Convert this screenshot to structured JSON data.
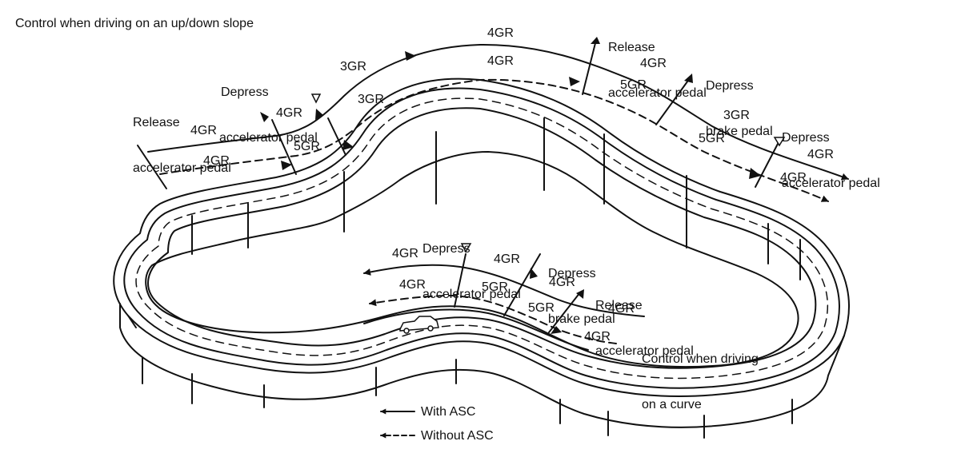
{
  "title": "Control when driving on an up/down slope",
  "slope": {
    "release_1": [
      "Release",
      "accelerator pedal"
    ],
    "depress_1": [
      "Depress",
      "accelerator pedal"
    ],
    "release_2": [
      "Release",
      "accelerator pedal"
    ],
    "brake": [
      "Depress",
      "brake pedal"
    ],
    "depress_2": [
      "Depress",
      "accelerator pedal"
    ],
    "gears": [
      "4GR",
      "4GR",
      "4GR",
      "5GR",
      "3GR",
      "3GR",
      "4GR",
      "4GR",
      "4GR",
      "5GR",
      "3GR",
      "5GR",
      "4GR",
      "4GR"
    ]
  },
  "curve": {
    "title": [
      "Control when driving",
      "on a curve"
    ],
    "depress": [
      "Depress",
      "accelerator pedal"
    ],
    "brake": [
      "Depress",
      "brake pedal"
    ],
    "release": [
      "Release",
      "accelerator pedal"
    ],
    "gears": [
      "4GR",
      "4GR",
      "4GR",
      "5GR",
      "4GR",
      "5GR",
      "4GR",
      "4GR"
    ]
  },
  "legend": {
    "with": "With ASC",
    "without": "Without ASC"
  },
  "colors": {
    "line": "#111111",
    "background": "#ffffff"
  }
}
